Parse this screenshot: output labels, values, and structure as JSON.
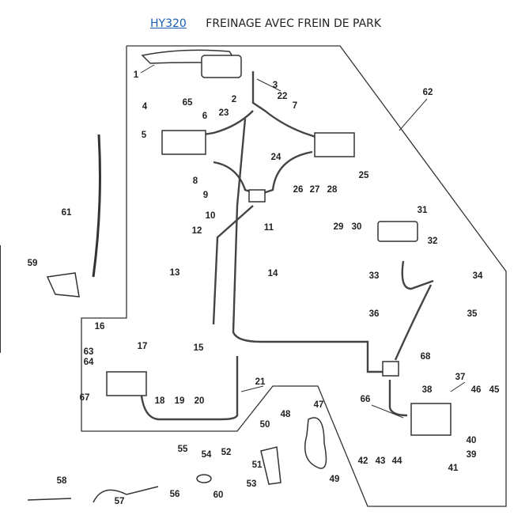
{
  "header": {
    "code_link": "HY320",
    "title": "FREINAGE AVEC FREIN DE PARK"
  },
  "callouts": [
    "1",
    "2",
    "3",
    "4",
    "5",
    "6",
    "7",
    "8",
    "9",
    "10",
    "11",
    "12",
    "13",
    "14",
    "15",
    "16",
    "17",
    "18",
    "19",
    "20",
    "21",
    "22",
    "23",
    "24",
    "25",
    "26",
    "27",
    "28",
    "29",
    "30",
    "31",
    "32",
    "33",
    "34",
    "35",
    "36",
    "37",
    "38",
    "39",
    "40",
    "41",
    "42",
    "43",
    "44",
    "45",
    "46",
    "47",
    "48",
    "49",
    "50",
    "51",
    "52",
    "53",
    "54",
    "55",
    "56",
    "57",
    "58",
    "59",
    "60",
    "61",
    "62",
    "63",
    "64",
    "65",
    "66",
    "67",
    "68"
  ]
}
